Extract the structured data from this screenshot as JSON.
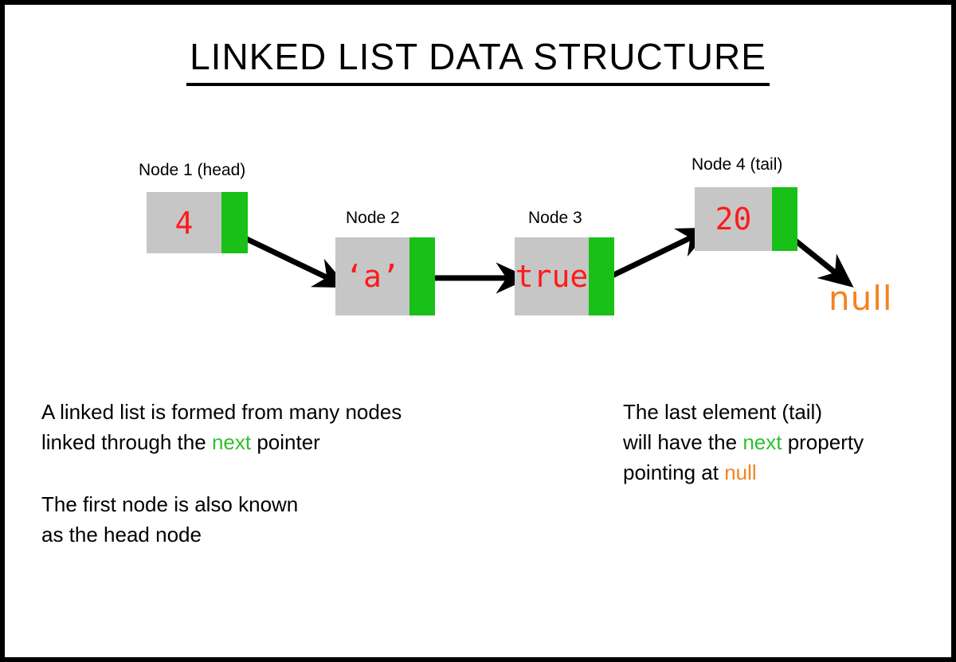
{
  "title": "LINKED LIST DATA STRUCTURE",
  "colors": {
    "node_data_bg": "#c6c6c6",
    "node_next_bg": "#18c018",
    "value_text": "#ff1a1a",
    "null_text": "#f58220",
    "next_keyword": "#2fc02f",
    "border": "#000000",
    "background": "#ffffff"
  },
  "nodes": [
    {
      "label": "Node 1 (head)",
      "value": "4"
    },
    {
      "label": "Node 2",
      "value": "‘a’"
    },
    {
      "label": "Node 3",
      "value": "true"
    },
    {
      "label": "Node 4 (tail)",
      "value": "20"
    }
  ],
  "null_pointer": "null",
  "captions": {
    "left_1": {
      "line_1_a": "A linked list is formed from many nodes",
      "line_2_a": "linked through the ",
      "line_2_kw": "next",
      "line_2_b": " pointer"
    },
    "left_2": {
      "line_1": "The first node is also known",
      "line_2": "as the head node"
    },
    "right": {
      "line_1": "The last element (tail)",
      "line_2_a": "will have the ",
      "line_2_kw": "next",
      "line_2_b": " property",
      "line_3_a": "pointing at ",
      "line_3_kw": "null"
    }
  }
}
